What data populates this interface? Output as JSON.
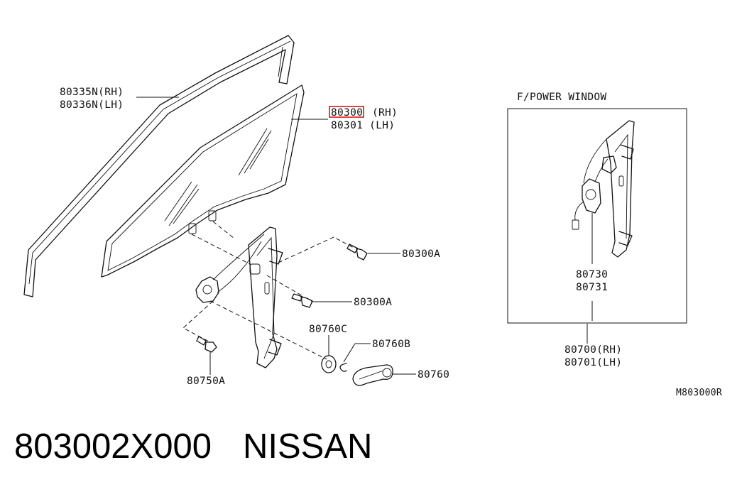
{
  "diagram": {
    "labels": {
      "molding_rh": "80335N(RH)",
      "molding_lh": "80336N(LH)",
      "glass_rh_code": "80300",
      "glass_rh_side": "(RH)",
      "glass_lh": "80301 (LH)",
      "bolt_upper": "80300A",
      "bolt_lower": "80300A",
      "bolt_left": "80750A",
      "washer": "80760C",
      "clip": "80760B",
      "handle": "80760",
      "power_title": "F/POWER WINDOW",
      "motor_a": "80730",
      "motor_b": "80731",
      "regulator_rh": "80700(RH)",
      "regulator_lh": "80701(LH)",
      "fig_code": "M803000R"
    },
    "highlight_color": "#e01414"
  },
  "footer": {
    "part_number": "803002X000",
    "brand": "NISSAN"
  }
}
